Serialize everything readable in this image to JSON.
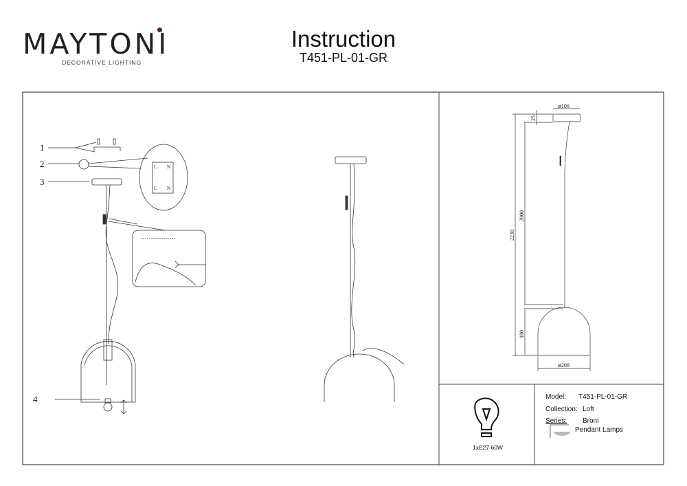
{
  "brand": {
    "name": "MAYTONI",
    "tagline": "DECORATIVE LIGHTING",
    "accent": "#5a1a4e"
  },
  "header": {
    "title": "Instruction",
    "model_code": "T451-PL-01-GR"
  },
  "assembly": {
    "callouts": [
      "1",
      "2",
      "3",
      "4"
    ],
    "terminal_labels": [
      "L",
      "N",
      "L",
      "N"
    ]
  },
  "dimensions": {
    "canopy_diameter": "⌀100",
    "canopy_height": "25",
    "total_height": "2230",
    "cable_length": "2000",
    "shade_height": "180",
    "shade_diameter": "⌀200"
  },
  "bulb": {
    "spec": "1xE27 60W"
  },
  "specs": {
    "model_label": "Model:",
    "model_value": "T451-PL-01-GR",
    "collection_label": "Collection:",
    "collection_value": "Loft",
    "series_label": "Series:",
    "series_value": "Broni",
    "type_value": "Pendant Lamps"
  }
}
